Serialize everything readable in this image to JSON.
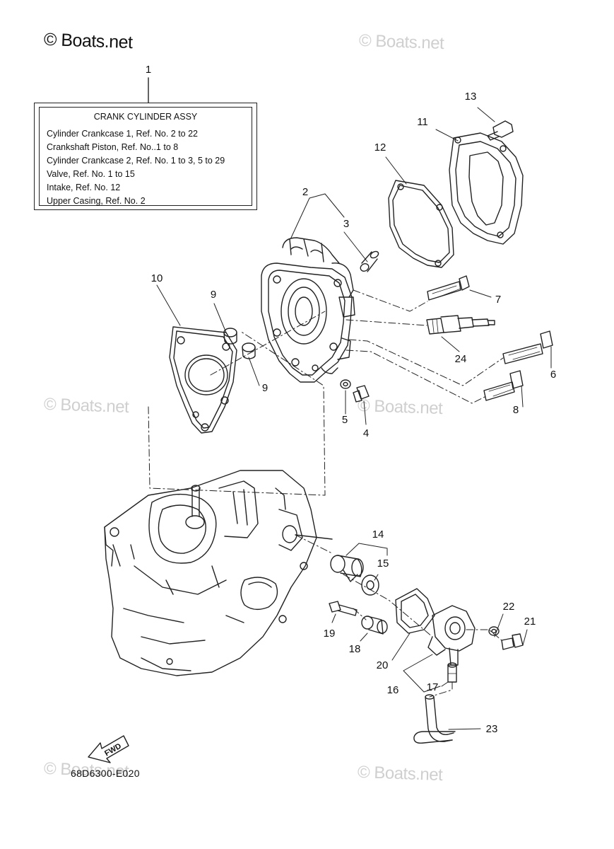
{
  "copyright": "© Boats.net",
  "watermark": "© Boats.net",
  "legend": {
    "ref": "1",
    "title": "CRANK CYLINDER ASSY",
    "lines": [
      "Cylinder Crankcase 1,  Ref. No. 2 to 22",
      "Crankshaft Piston,  Ref. No..1 to 8",
      "Cylinder Crankcase 2,  Ref. No. 1 to 3, 5 to 29",
      "Valve,  Ref. No. 1 to 15",
      "Intake,  Ref. No. 12",
      "Upper Casing,  Ref. No. 2"
    ]
  },
  "fwd_label": "FWD",
  "diagram_code": "68D6300-E020",
  "callouts": [
    "2",
    "3",
    "4",
    "5",
    "6",
    "7",
    "8",
    "9",
    "9",
    "10",
    "11",
    "12",
    "13",
    "14",
    "15",
    "16",
    "17",
    "18",
    "19",
    "20",
    "21",
    "22",
    "23",
    "24"
  ]
}
